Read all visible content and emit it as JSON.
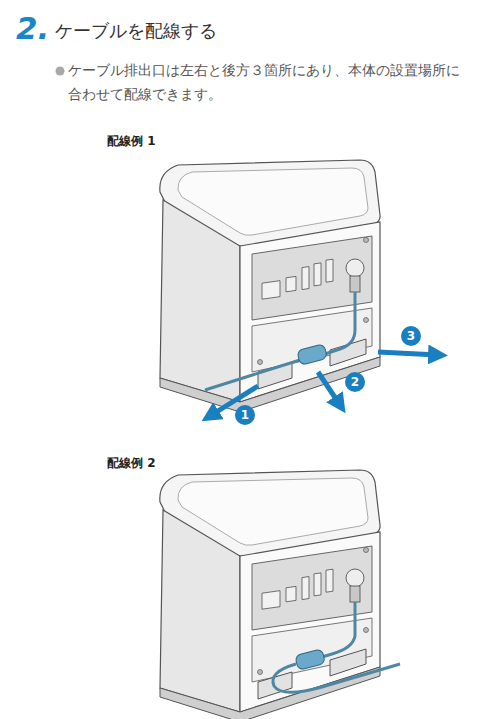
{
  "diagram": {
    "title": "ケーブルを配線する",
    "labels": [
      "2.",
      "ケーブル排出口は左右と後方３箇所にあり、本体の設置場所に合わせて配線できます。",
      "配線例 1",
      "1",
      "2",
      "3",
      "配線例 2"
    ]
  }
}
